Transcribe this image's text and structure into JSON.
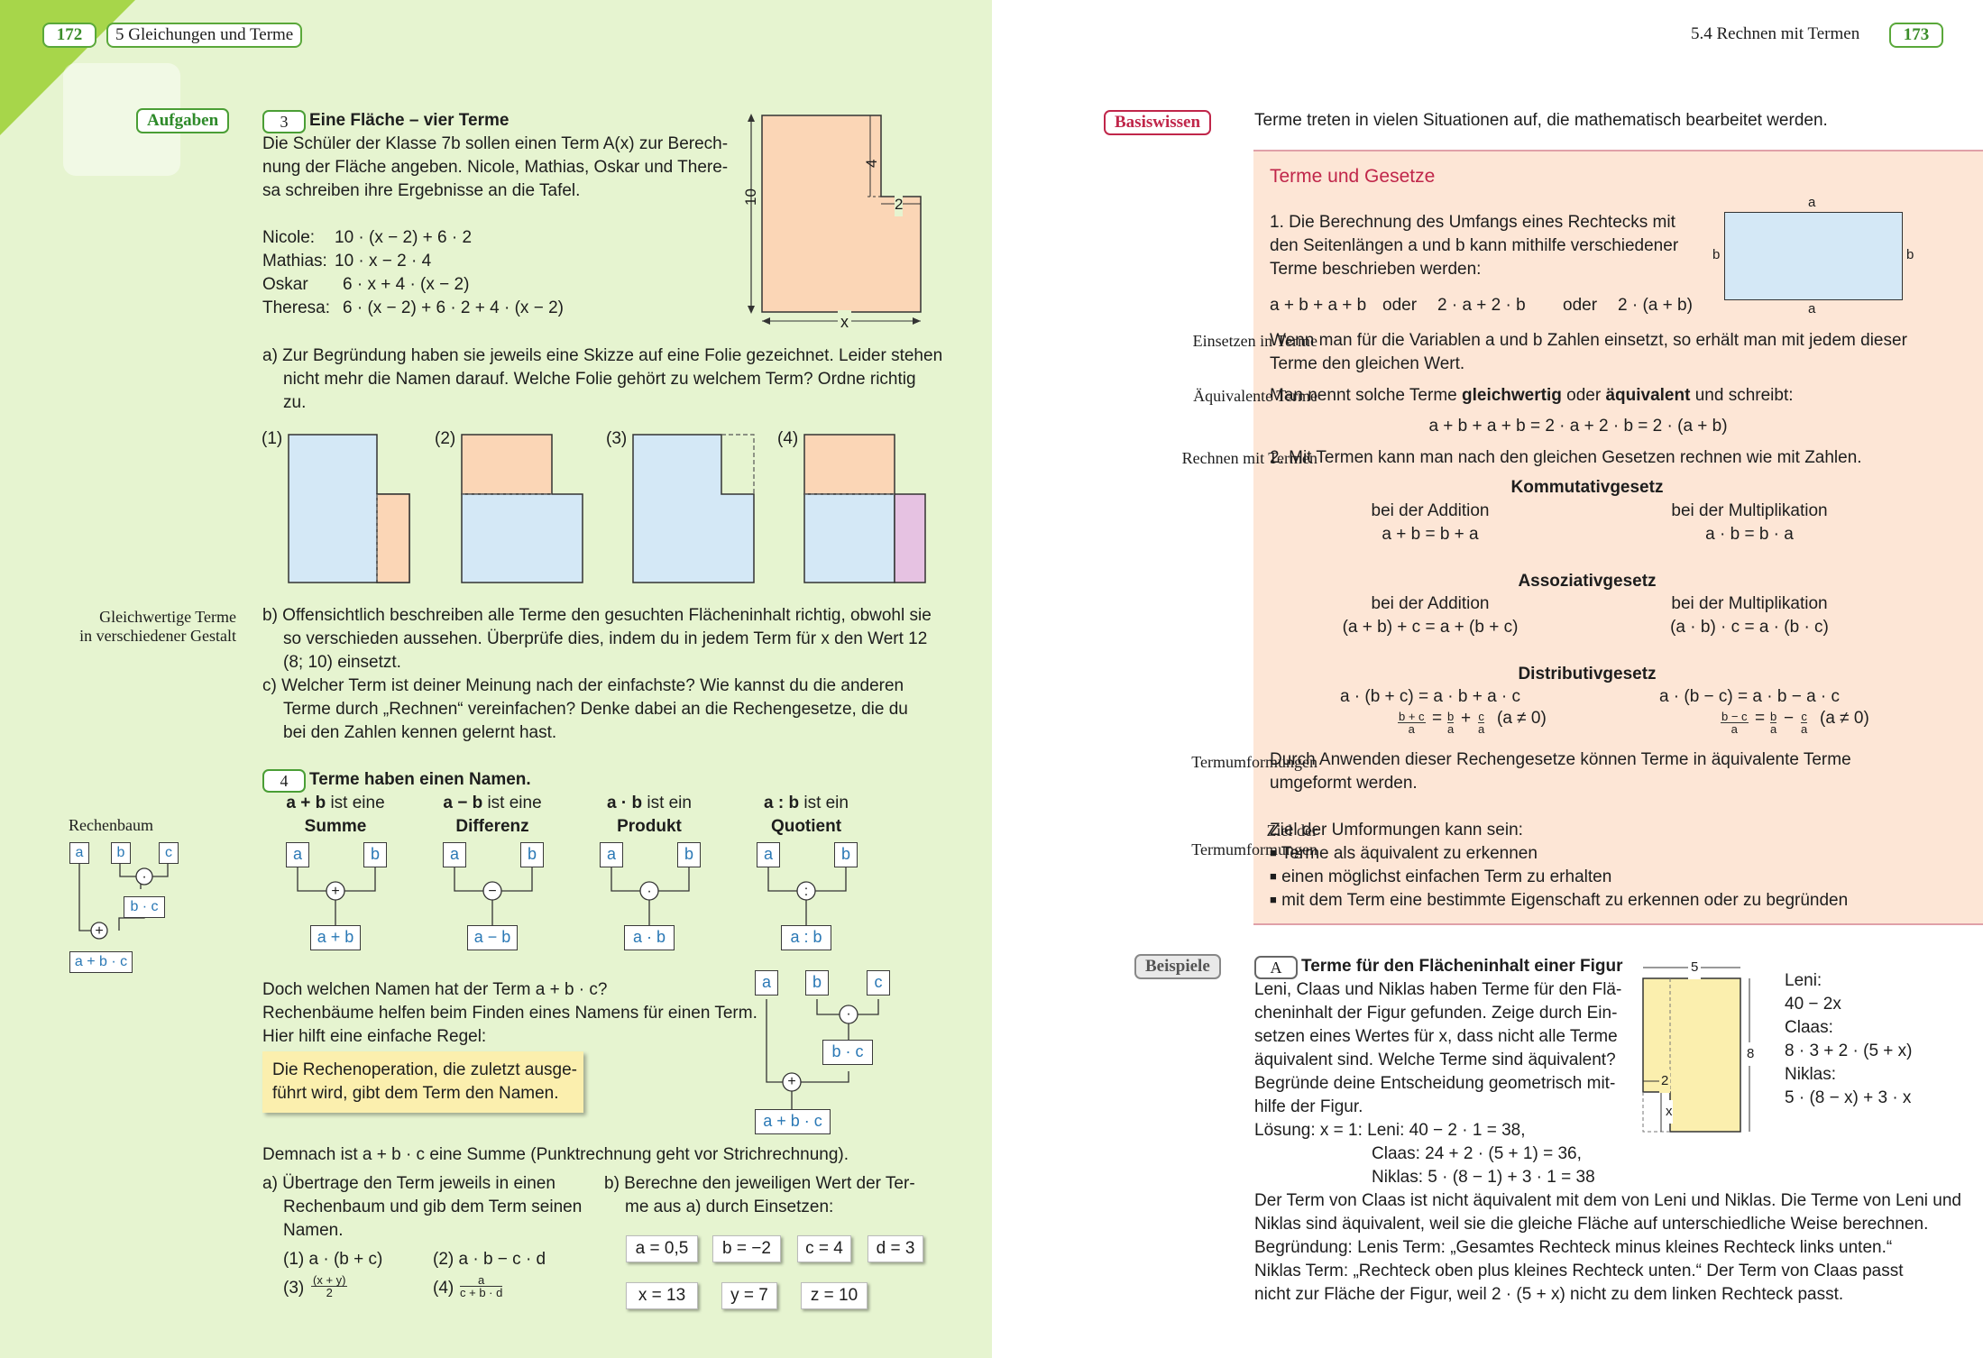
{
  "left": {
    "page_number": "172",
    "chapter": "5 Gleichungen und Terme",
    "tag_aufgaben": "Aufgaben",
    "task3": {
      "number": "3",
      "title": "Eine Fläche – vier Terme",
      "intro": [
        "Die Schüler der Klasse 7b sollen einen Term A(x) zur Berech-",
        "nung der Fläche angeben. Nicole, Mathias, Oskar und There-",
        "sa schreiben ihre Ergebnisse an die Tafel."
      ],
      "answers": [
        {
          "name": "Nicole:",
          "term": "10 · (x − 2) + 6 · 2"
        },
        {
          "name": "Mathias:",
          "term": "10 · x − 2 · 4"
        },
        {
          "name": "Oskar",
          "term": "6 · x + 4 · (x − 2)"
        },
        {
          "name": "Theresa:",
          "term": "6 · (x − 2) + 6 · 2 + 4 · (x − 2)"
        }
      ],
      "figure_labels": {
        "height": "10",
        "top_notch": "4",
        "right_notch": "2",
        "bottom": "x"
      },
      "part_a": [
        "a) Zur Begründung haben sie jeweils eine Skizze auf eine Folie gezeichnet. Leider stehen",
        "nicht mehr die Namen darauf. Welche Folie gehört zu welchem Term? Ordne richtig",
        "zu."
      ],
      "sketch_labels": [
        "(1)",
        "(2)",
        "(3)",
        "(4)"
      ],
      "side_note": [
        "Gleichwertige Terme",
        "in verschiedener Gestalt"
      ],
      "part_b": [
        "b) Offensichtlich beschreiben alle Terme den gesuchten Flächeninhalt richtig, obwohl sie",
        "so verschieden aussehen. Überprüfe dies, indem du in jedem Term für x den Wert 12",
        "(8; 10) einsetzt."
      ],
      "part_c": [
        "c) Welcher Term ist deiner Meinung nach der einfachste? Wie kannst du die anderen",
        "Terme durch „Rechnen“ vereinfachen? Denke dabei an die Rechengesetze, die du",
        "bei den Zahlen kennen gelernt hast."
      ]
    },
    "task4": {
      "number": "4",
      "title": "Terme haben einen Namen.",
      "side_label": "Rechenbaum",
      "side_tree": {
        "a": "a",
        "b": "b",
        "c": "c",
        "op1": "·",
        "mid": "b · c",
        "op2": "+",
        "result": "a + b · c"
      },
      "columns": [
        {
          "expr": "a + b",
          "suffix": " ist eine",
          "name": "Summe",
          "left": "a",
          "right": "b",
          "op": "+",
          "result": "a + b"
        },
        {
          "expr": "a − b",
          "suffix": " ist eine",
          "name": "Differenz",
          "left": "a",
          "right": "b",
          "op": "−",
          "result": "a − b"
        },
        {
          "expr": "a · b",
          "suffix": " ist ein",
          "name": "Produkt",
          "left": "a",
          "right": "b",
          "op": "·",
          "result": "a · b"
        },
        {
          "expr": "a : b",
          "suffix": " ist ein",
          "name": "Quotient",
          "left": "a",
          "right": "b",
          "op": ":",
          "result": "a : b"
        }
      ],
      "question": [
        "Doch welchen Namen hat der Term a + b · c?",
        "Rechenbäume helfen beim Finden eines Namens für einen Term.",
        "Hier hilft eine einfache Regel:"
      ],
      "rule": [
        "Die Rechenoperation, die zuletzt ausge-",
        "führt wird, gibt dem Term den Namen."
      ],
      "big_tree": {
        "a": "a",
        "b": "b",
        "c": "c",
        "op1": "·",
        "mid": "b · c",
        "op2": "+",
        "result": "a + b · c"
      },
      "conclusion": "Demnach ist a + b · c eine Summe (Punktrechnung geht vor Strichrechnung).",
      "part_a": [
        "a) Übertrage den Term jeweils in einen",
        "Rechenbaum und gib dem Term seinen",
        "Namen."
      ],
      "terms": {
        "t1": "(1) a · (b + c)",
        "t2": "(2) a · b − c · d",
        "t3_label": "(3)",
        "t3_num": "(x + y)",
        "t3_den": "2",
        "t4_label": "(4)",
        "t4_num": "a",
        "t4_den": "c + b · d"
      },
      "part_b": [
        "b) Berechne den jeweiligen Wert der Ter-",
        "me aus a) durch Einsetzen:"
      ],
      "values_row1": [
        "a = 0,5",
        "b = −2",
        "c = 4",
        "d = 3"
      ],
      "values_row2": [
        "x = 13",
        "y = 7",
        "z = 10"
      ]
    }
  },
  "right": {
    "page_number": "173",
    "chapter": "5.4 Rechnen mit Termen",
    "tag_basiswissen": "Basiswissen",
    "intro": "Terme treten in vielen Situationen auf, die mathematisch bearbeitet werden.",
    "box_title": "Terme und Gesetze",
    "p1": [
      "1. Die Berechnung des Umfangs eines Rechtecks mit",
      "den Seitenlängen a und b kann mithilfe verschiedener",
      "Terme beschrieben werden:"
    ],
    "rect_labels": {
      "top": "a",
      "bottom": "a",
      "left": "b",
      "right": "b"
    },
    "terms_line": [
      "a + b + a + b",
      "oder",
      "2 · a + 2 · b",
      "oder",
      "2 · (a + b)"
    ],
    "side_einsetzen": "Einsetzen in Terme",
    "einsetzen": [
      "Wenn man für die Variablen a und b Zahlen einsetzt, so erhält man mit jedem dieser",
      "Terme den gleichen Wert."
    ],
    "side_aequivalent": "Äquivalente Terme",
    "aequivalent_pre": "Man nennt solche Terme ",
    "aequivalent_b1": "gleichwertig",
    "aequivalent_mid": " oder ",
    "aequivalent_b2": "äquivalent",
    "aequivalent_post": " und schreibt:",
    "equation": "a + b + a + b = 2 · a + 2 · b = 2 · (a + b)",
    "side_rechnen": "Rechnen mit Termen",
    "p2": "2. Mit Termen kann man nach den gleichen Gesetzen rechnen wie mit Zahlen.",
    "laws": [
      {
        "title": "Kommutativgesetz",
        "add_label": "bei der Addition",
        "add": "a + b = b + a",
        "mul_label": "bei der Multiplikation",
        "mul": "a · b = b · a"
      },
      {
        "title": "Assoziativgesetz",
        "add_label": "bei der Addition",
        "add": "(a + b) + c = a + (b + c)",
        "mul_label": "bei der Multiplikation",
        "mul": "(a · b) · c = a · (b · c)"
      },
      {
        "title": "Distributivgesetz",
        "add": "a · (b + c) = a · b + a · c",
        "mul": "a · (b − c) = a · b − a · c"
      }
    ],
    "frac_plus": {
      "n1": "b + c",
      "d1": "a",
      "n2": "b",
      "d2": "a",
      "n3": "c",
      "d3": "a",
      "cond": "(a ≠ 0)"
    },
    "frac_minus": {
      "n1": "b − c",
      "d1": "a",
      "n2": "b",
      "d2": "a",
      "n3": "c",
      "d3": "a",
      "cond": "(a ≠ 0)"
    },
    "side_umformungen": "Termumformungen",
    "umformungen": [
      "Durch Anwenden dieser Rechengesetze können Terme in äquivalente Terme",
      "umgeformt werden."
    ],
    "side_ziel": [
      "Ziel der",
      "Termumformungen"
    ],
    "ziel_intro": "Ziel der Umformungen kann sein:",
    "ziel_items": [
      "Terme als äquivalent zu erkennen",
      "einen möglichst einfachen Term zu erhalten",
      "mit dem Term eine bestimmte Eigenschaft zu erkennen oder zu begründen"
    ],
    "tag_beispiele": "Beispiele",
    "example": {
      "letter": "A",
      "title": "Terme für den Flächeninhalt einer Figur",
      "text": [
        "Leni, Claas und Niklas haben Terme für den Flä-",
        "cheninhalt der Figur gefunden. Zeige durch Ein-",
        "setzen eines Wertes für x, dass nicht alle Terme",
        "äquivalent sind. Welche Terme sind äquivalent?",
        "Begründe deine Entscheidung geometrisch mit-",
        "hilfe der Figur."
      ],
      "figure_labels": {
        "top": "5",
        "right": "8",
        "middle": "2",
        "bottom": "x"
      },
      "answers": [
        "Leni:",
        "40 − 2x",
        "Claas:",
        "8 · 3 + 2 · (5 + x)",
        "Niklas:",
        "5 · (8 − x) + 3 · x"
      ],
      "solution": [
        "Lösung:  x = 1:  Leni: 40 − 2 · 1 = 38,",
        "Claas: 24 + 2 · (5 + 1) = 36,",
        "Niklas: 5 · (8 − 1) + 3 · 1 = 38"
      ],
      "conclusion": [
        "Der Term von Claas ist nicht äquivalent mit dem von Leni und Niklas. Die Terme von Leni und",
        "Niklas sind äquivalent, weil sie die gleiche Fläche auf unterschiedliche Weise berechnen.",
        "Begründung: Lenis Term: „Gesamtes Rechteck minus kleines Rechteck links unten.“",
        "Niklas Term: „Rechteck oben plus kleines Rechteck unten.“ Der Term von Claas passt",
        "nicht zur Fläche der Figur, weil 2 · (5 + x) nicht zu dem linken Rechteck passt."
      ]
    }
  },
  "colors": {
    "page_green": "#e6f4d0",
    "accent_green": "#4a9e35",
    "box_peach": "#fde6d6",
    "title_red": "#c0264a",
    "sketch_blue": "#d4e8f6",
    "sketch_peach": "#fbd6b6",
    "sketch_pink": "#e6c2e2",
    "note_yellow": "#fbefae",
    "tree_blue": "#2a78b5"
  }
}
